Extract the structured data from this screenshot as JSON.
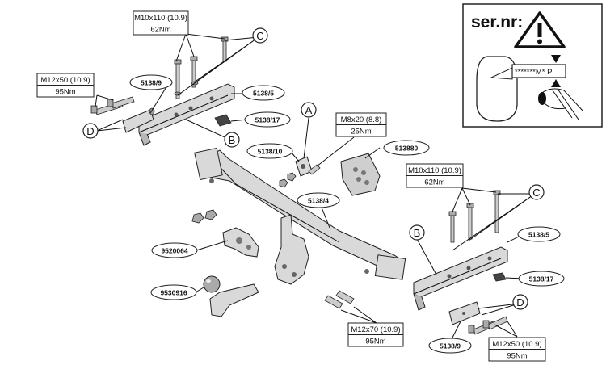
{
  "serial_panel": {
    "title": "ser.nr:",
    "plate_code": "*******M* P",
    "warning_icon": "warning-triangle-icon",
    "eye_icon": "eye-icon"
  },
  "letters": {
    "a": "A",
    "b": "B",
    "c": "C",
    "d": "D"
  },
  "torque_specs": {
    "m10_left": {
      "size": "M10x110 (10.9)",
      "torque": "62Nm"
    },
    "m12_left": {
      "size": "M12x50 (10.9)",
      "torque": "95Nm"
    },
    "m8": {
      "size": "M8x20 (8.8)",
      "torque": "25Nm"
    },
    "m10_right": {
      "size": "M10x110 (10.9)",
      "torque": "62Nm"
    },
    "m12_70": {
      "size": "M12x70 (10.9)",
      "torque": "95Nm"
    },
    "m12_right": {
      "size": "M12x50 (10.9)",
      "torque": "95Nm"
    }
  },
  "part_labels": {
    "p5138_9_left": "5138/9",
    "p5138_5_left": "5138/5",
    "p5138_17_left": "5138/17",
    "p5138_10": "5138/10",
    "p513880": "513880",
    "p5138_4": "5138/4",
    "p9520064": "9520064",
    "p9530916": "9530916",
    "p5138_5_right": "5138/5",
    "p5138_17_right": "5138/17",
    "p5138_9_right": "5138/9"
  }
}
